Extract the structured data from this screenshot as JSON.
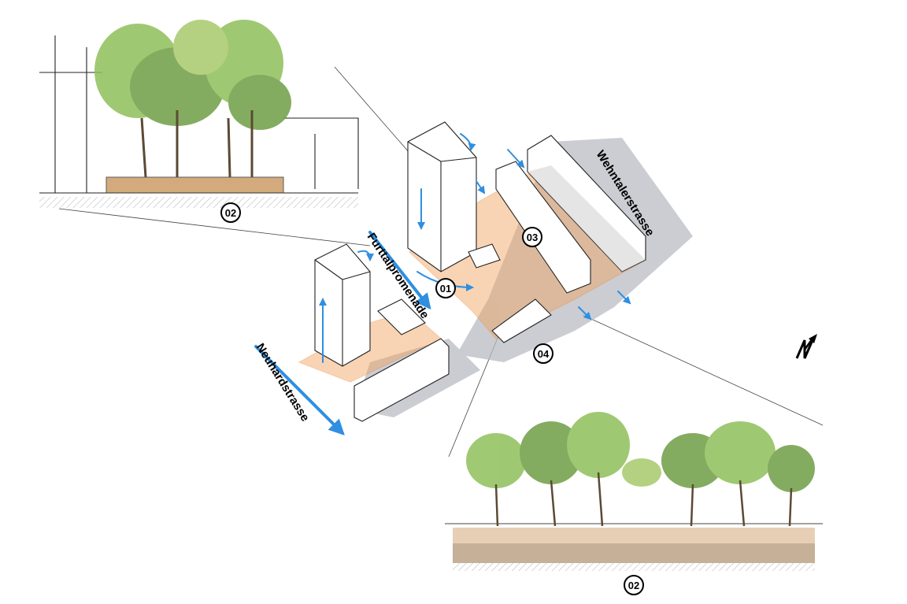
{
  "diagram": {
    "markers": {
      "m01": "01",
      "m02_top": "02",
      "m02_bottom": "02",
      "m03": "03",
      "m04": "04"
    },
    "streets": {
      "furttal": "Furttalpromenade",
      "wehntal": "Wehntalerstrasse",
      "neuhard": "Neuhardstrasse"
    },
    "north_arrow": "N",
    "colors": {
      "ground": "#f2a25a",
      "arrow": "#2f8fe0",
      "foliage": "#8fbf5a",
      "shadow": "#b9bcc4"
    }
  }
}
